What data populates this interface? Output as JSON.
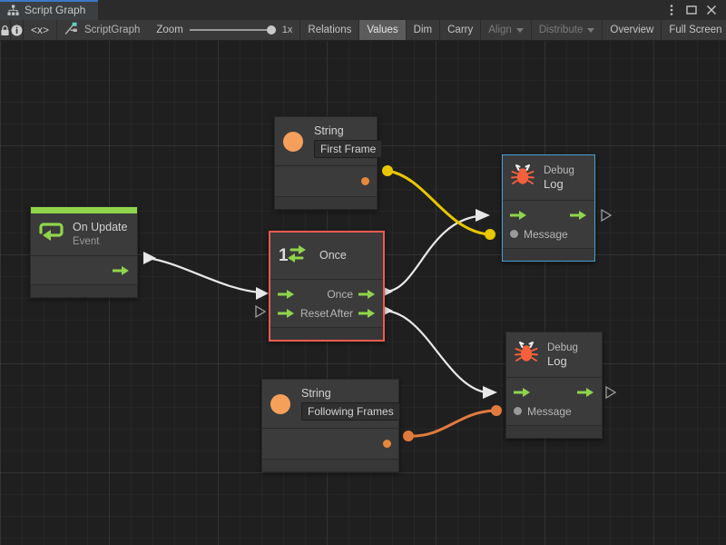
{
  "window": {
    "tab_label": "Script Graph",
    "tab_icon": "hierarchy-icon",
    "buttons": [
      {
        "name": "kebab-menu-icon",
        "label": "⋮"
      },
      {
        "name": "maximize-icon",
        "label": "□"
      },
      {
        "name": "close-icon",
        "label": "✕"
      }
    ]
  },
  "toolbar": {
    "lock_icon": "lock-icon",
    "info_icon": "info-icon",
    "code_label": "<x>",
    "graph_icon": "script-graph-icon",
    "graph_name": "ScriptGraph",
    "zoom_label": "Zoom",
    "zoom_value": "1x",
    "relations_label": "Relations",
    "values_label": "Values",
    "dim_label": "Dim",
    "carry_label": "Carry",
    "align_label": "Align",
    "distribute_label": "Distribute",
    "overview_label": "Overview",
    "full_screen_label": "Full Screen"
  },
  "graph": {
    "nodes": {
      "on_update": {
        "title": "On Update",
        "subtitle": "Event",
        "icon": "event-loop-icon",
        "accent_color": "#8fd44b"
      },
      "once": {
        "title": "Once",
        "icon": "once-counter-icon",
        "selected_color": "#f05a4f",
        "input_flow_label": "",
        "reset_label": "Reset",
        "output_once_label": "Once",
        "output_after_label": "After"
      },
      "string_first": {
        "title": "String",
        "value": "First Frame",
        "icon": "string-circle-icon"
      },
      "string_following": {
        "title": "String",
        "value": "Following Frames",
        "icon": "string-circle-icon"
      },
      "debug_log_top": {
        "title": "Debug",
        "subtitle": "Log",
        "icon": "bug-icon",
        "message_label": "Message",
        "selected_color": "#4b9ed6"
      },
      "debug_log_bottom": {
        "title": "Debug",
        "subtitle": "Log",
        "icon": "bug-icon",
        "message_label": "Message"
      }
    },
    "wire_colors": {
      "flow": "#e8e8e8",
      "string_first": "#e8c800",
      "string_following": "#e07a3e"
    }
  }
}
